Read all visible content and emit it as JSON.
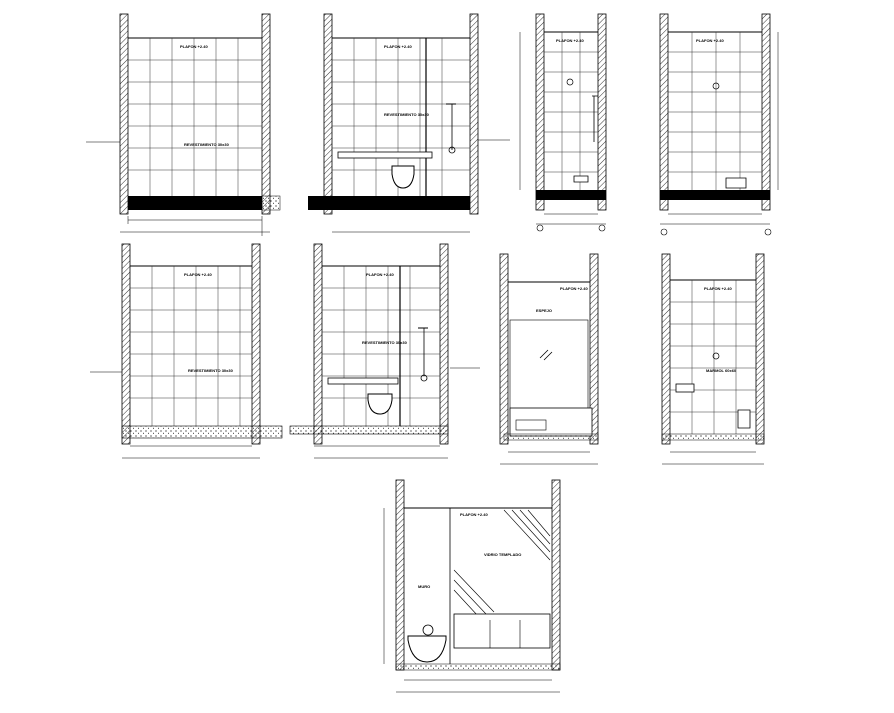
{
  "title": "",
  "colors": {
    "ink": "#000000",
    "paper": "#ffffff",
    "tile_line": "#333333"
  },
  "elevations": [
    {
      "id": "e1",
      "ceiling_label": "PLAFON +2.40",
      "wall_label": "REVESTIMIENTO 30x30",
      "has_fixture": false
    },
    {
      "id": "e2",
      "ceiling_label": "PLAFON +2.40",
      "wall_label": "REVESTIMIENTO 30x30",
      "has_fixture": true
    },
    {
      "id": "e3",
      "ceiling_label": "PLAFON +2.40",
      "wall_label": "",
      "has_fixture": true
    },
    {
      "id": "e4",
      "ceiling_label": "PLAFON +2.40",
      "wall_label": "",
      "has_fixture": true
    },
    {
      "id": "e5",
      "ceiling_label": "PLAFON +2.40",
      "wall_label": "REVESTIMIENTO 30x30",
      "has_fixture": false
    },
    {
      "id": "e6",
      "ceiling_label": "PLAFON +2.40",
      "wall_label": "REVESTIMIENTO 30x30",
      "has_fixture": true
    },
    {
      "id": "e7",
      "ceiling_label": "PLAFON +2.40",
      "wall_label": "ESPEJO",
      "has_fixture": true
    },
    {
      "id": "e8",
      "ceiling_label": "PLAFON +2.40",
      "wall_label": "MARMOL 60x60",
      "has_fixture": true
    },
    {
      "id": "e9",
      "ceiling_label": "PLAFON +2.40",
      "wall_label": "VIDRIO TEMPLADO",
      "side_label": "MURO",
      "has_fixture": true
    }
  ]
}
